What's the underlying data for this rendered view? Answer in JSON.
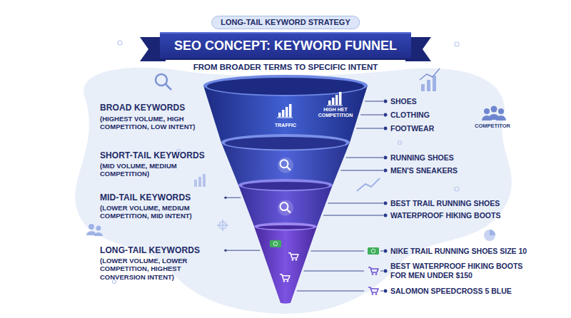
{
  "diagram": {
    "title": "SEO CONCEPT: KEYWORD FUNNEL",
    "nodes": [
      {
        "text": [
          "BROAD KEYWORDS",
          "(HIGHEST VOLUME, HIGH COMPETITION, LOW INTENT)",
          "TRAFFIC",
          "HIGH HET COMPETITION"
        ]
      },
      {
        "text": [
          "SHORT-TAIL KEYWORDS",
          "(MID VOLUME, MEDIUM COMPETITION)"
        ]
      },
      {
        "text": [
          "MID-TAIL KEYWORDS",
          "(LOWER VOLUME, MEDIUM COMPETITION, MID INTENT)"
        ]
      },
      {
        "text": [
          "LONG-TAIL KEYWORDS",
          "(LOWER VOLUME, LOWER COMPETITION, HIGHEST CONVERSION INTENT)"
        ]
      }
    ],
    "labels": [
      "LONG-TAIL KEYWORD STRATEGY",
      "FROM BROADER TERMS TO SPECIFIC INTENT",
      "SHOES",
      "CLOTHING",
      "FOOTWEAR",
      "COMPETITOR",
      "RUNNING SHOES",
      "MEN'S SNEAKERS",
      "BEST TRAIL RUNNING SHOES",
      "WATERPROOF HIKING BOOTS",
      "NIKE TRAIL RUNNING SHOES SIZE 10",
      "BEST WATERPROOF HIKING BOOTS FOR MEN UNDER $150",
      "SALOMON SPEEDCROSS 5 BLUE"
    ]
  }
}
